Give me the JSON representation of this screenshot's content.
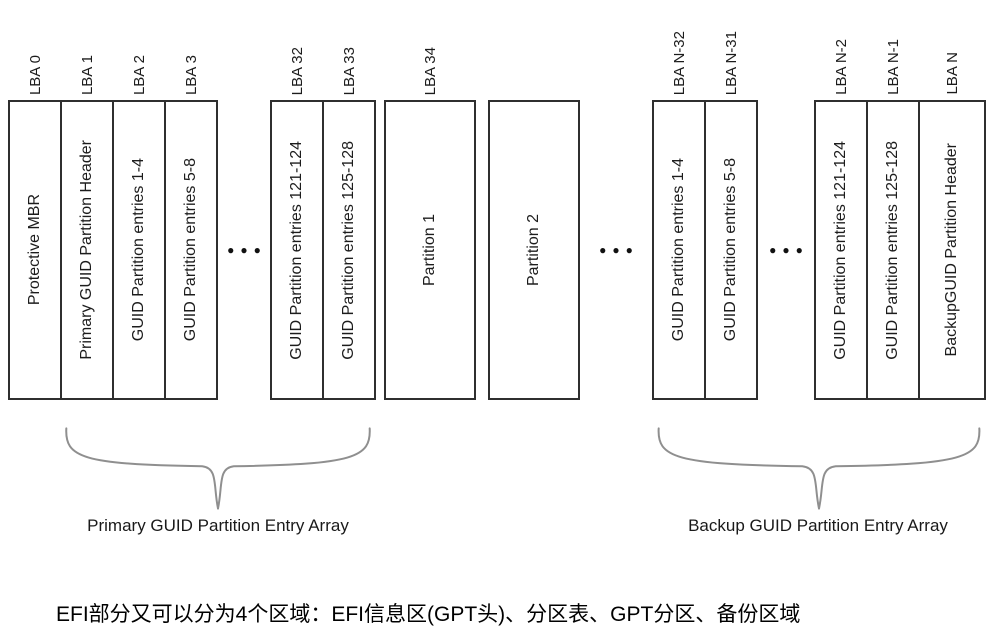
{
  "diagram": {
    "columns": [
      {
        "lba": "LBA 0",
        "label": "Protective MBR"
      },
      {
        "lba": "LBA 1",
        "label": "Primary GUID Partition Header"
      },
      {
        "lba": "LBA 2",
        "label": "GUID Partition entries 1-4"
      },
      {
        "lba": "LBA 3",
        "label": "GUID Partition entries 5-8"
      },
      {
        "lba": "LBA 32",
        "label": "GUID Partition entries 121-124"
      },
      {
        "lba": "LBA 33",
        "label": "GUID Partition entries 125-128"
      },
      {
        "lba": "LBA 34",
        "label": "Partition 1"
      },
      {
        "lba": "",
        "label": "Partition 2"
      },
      {
        "lba": "LBA N-32",
        "label": "GUID Partition entries 1-4"
      },
      {
        "lba": "LBA N-31",
        "label": "GUID Partition entries 5-8"
      },
      {
        "lba": "LBA N-2",
        "label": "GUID Partition entries 121-124"
      },
      {
        "lba": "LBA N-1",
        "label": "GUID Partition entries 125-128"
      },
      {
        "lba": "LBA N",
        "label": "BackupGUID Partition Header"
      }
    ],
    "ellipsis": "●●●",
    "braces": {
      "primary": "Primary GUID Partition Entry Array",
      "backup": "Backup GUID Partition Entry Array"
    },
    "caption": "EFI部分又可以分为4个区域：EFI信息区(GPT头)、分区表、GPT分区、备份区域",
    "colors": {
      "box_border": "#2f2f2f",
      "text": "#1c1c1c",
      "brace": "#8f8f8f"
    }
  }
}
